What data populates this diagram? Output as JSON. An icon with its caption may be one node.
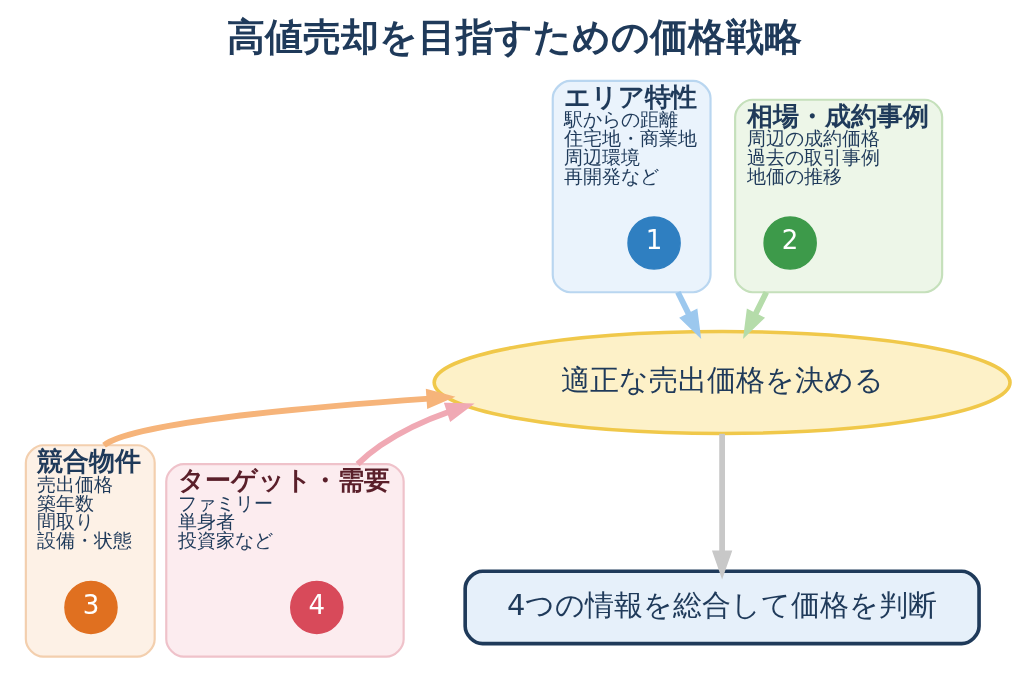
{
  "diagram": {
    "title": "高値売却を目指すための価格戦略",
    "nodes": [
      {
        "text": [
          "エリア特性",
          "駅からの距離",
          "住宅地・商業地",
          "周辺環境",
          "再開発など"
        ]
      },
      {
        "text": [
          "1"
        ],
        "in": 0
      },
      {
        "text": [
          "相場・成約事例",
          "周辺の成約価格",
          "過去の取引事例",
          "地価の推移"
        ]
      },
      {
        "text": [
          "2"
        ],
        "in": 2
      },
      {
        "text": [
          "競合物件",
          "売出価格",
          "築年数",
          "間取り",
          "設備・状態"
        ]
      },
      {
        "text": [
          "3"
        ],
        "in": 4
      },
      {
        "text": [
          "ターゲット・需要",
          "ファミリー",
          "単身者",
          "投資家など"
        ]
      },
      {
        "text": [
          "4"
        ],
        "in": 6
      },
      {
        "text": [
          "適正な売出価格を決める"
        ]
      },
      {
        "text": [
          "4つの情報を総合して価格を判断"
        ]
      }
    ],
    "edges": [
      {
        "from": 0,
        "to": 8,
        "arrow": "to",
        "color": "#9cc8ee"
      },
      {
        "from": 2,
        "to": 8,
        "arrow": "to",
        "color": "#b5dcaa"
      },
      {
        "from": 4,
        "to": 8,
        "arrow": "to",
        "color": "#f6b47a"
      },
      {
        "from": 6,
        "to": 8,
        "arrow": "to",
        "color": "#f0a9b4"
      },
      {
        "from": 8,
        "to": 9,
        "arrow": "to",
        "color": "#c8c8c8"
      }
    ]
  }
}
